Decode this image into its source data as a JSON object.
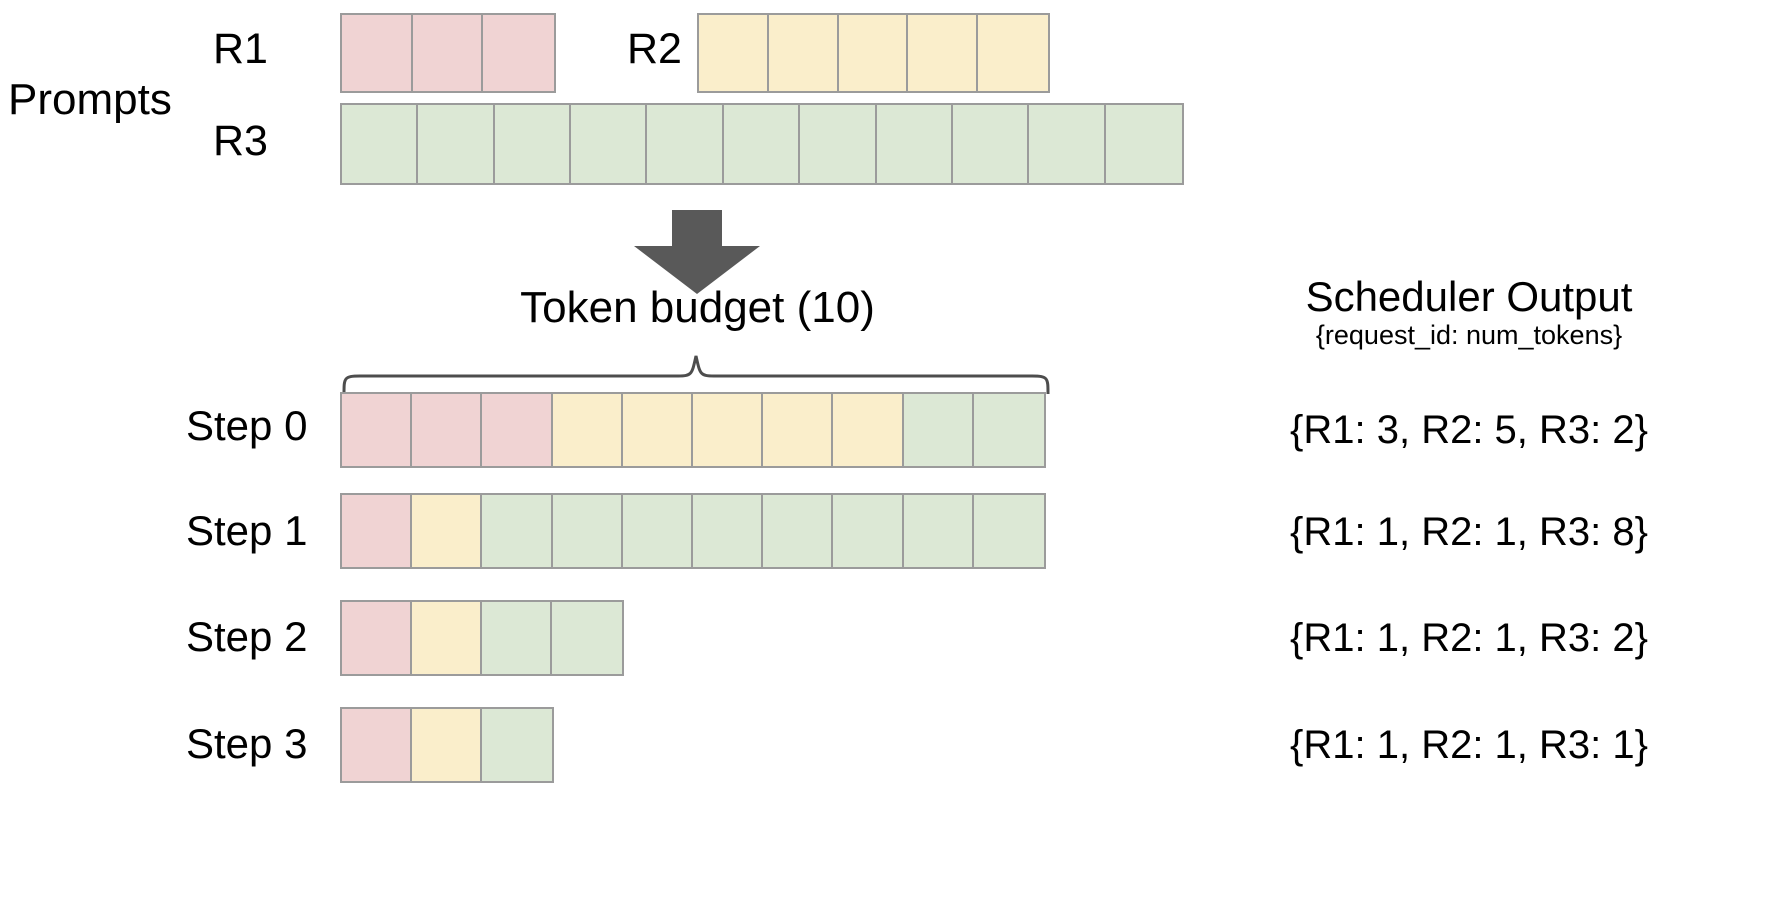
{
  "figure": {
    "prompts_label": "Prompts",
    "budget_title": "Token  budget (10)",
    "scheduler_title": "Scheduler Output",
    "scheduler_subtitle": "{request_id: num_tokens}",
    "arrow_icon": "down-arrow-icon",
    "brace_icon": "curly-brace-icon"
  },
  "colors": {
    "r1": "#f0d3d3",
    "r2": "#faeecb",
    "r3": "#dce8d5",
    "cell_border": "#9b9b9b",
    "arrow": "#595959",
    "brace": "#4d4d4d",
    "text": "#000000",
    "background": "#ffffff"
  },
  "prompts": [
    {
      "id": "R1",
      "label": "R1",
      "tokens": 3,
      "color_key": "r1"
    },
    {
      "id": "R2",
      "label": "R2",
      "tokens": 5,
      "color_key": "r2"
    },
    {
      "id": "R3",
      "label": "R3",
      "tokens": 11,
      "color_key": "r3"
    }
  ],
  "token_budget": 10,
  "steps": [
    {
      "label": "Step 0",
      "segments": [
        {
          "request": "R1",
          "count": 3,
          "color_key": "r1"
        },
        {
          "request": "R2",
          "count": 5,
          "color_key": "r2"
        },
        {
          "request": "R3",
          "count": 2,
          "color_key": "r3"
        }
      ],
      "output": "{R1: 3, R2: 5, R3: 2}"
    },
    {
      "label": "Step 1",
      "segments": [
        {
          "request": "R1",
          "count": 1,
          "color_key": "r1"
        },
        {
          "request": "R2",
          "count": 1,
          "color_key": "r2"
        },
        {
          "request": "R3",
          "count": 8,
          "color_key": "r3"
        }
      ],
      "output": "{R1: 1, R2: 1, R3: 8}"
    },
    {
      "label": "Step 2",
      "segments": [
        {
          "request": "R1",
          "count": 1,
          "color_key": "r1"
        },
        {
          "request": "R2",
          "count": 1,
          "color_key": "r2"
        },
        {
          "request": "R3",
          "count": 2,
          "color_key": "r3"
        }
      ],
      "output": "{R1: 1, R2: 1, R3: 2}"
    },
    {
      "label": "Step 3",
      "segments": [
        {
          "request": "R1",
          "count": 1,
          "color_key": "r1"
        },
        {
          "request": "R2",
          "count": 1,
          "color_key": "r2"
        },
        {
          "request": "R3",
          "count": 1,
          "color_key": "r3"
        }
      ],
      "output": "{R1: 1, R2: 1, R3: 1}"
    }
  ]
}
